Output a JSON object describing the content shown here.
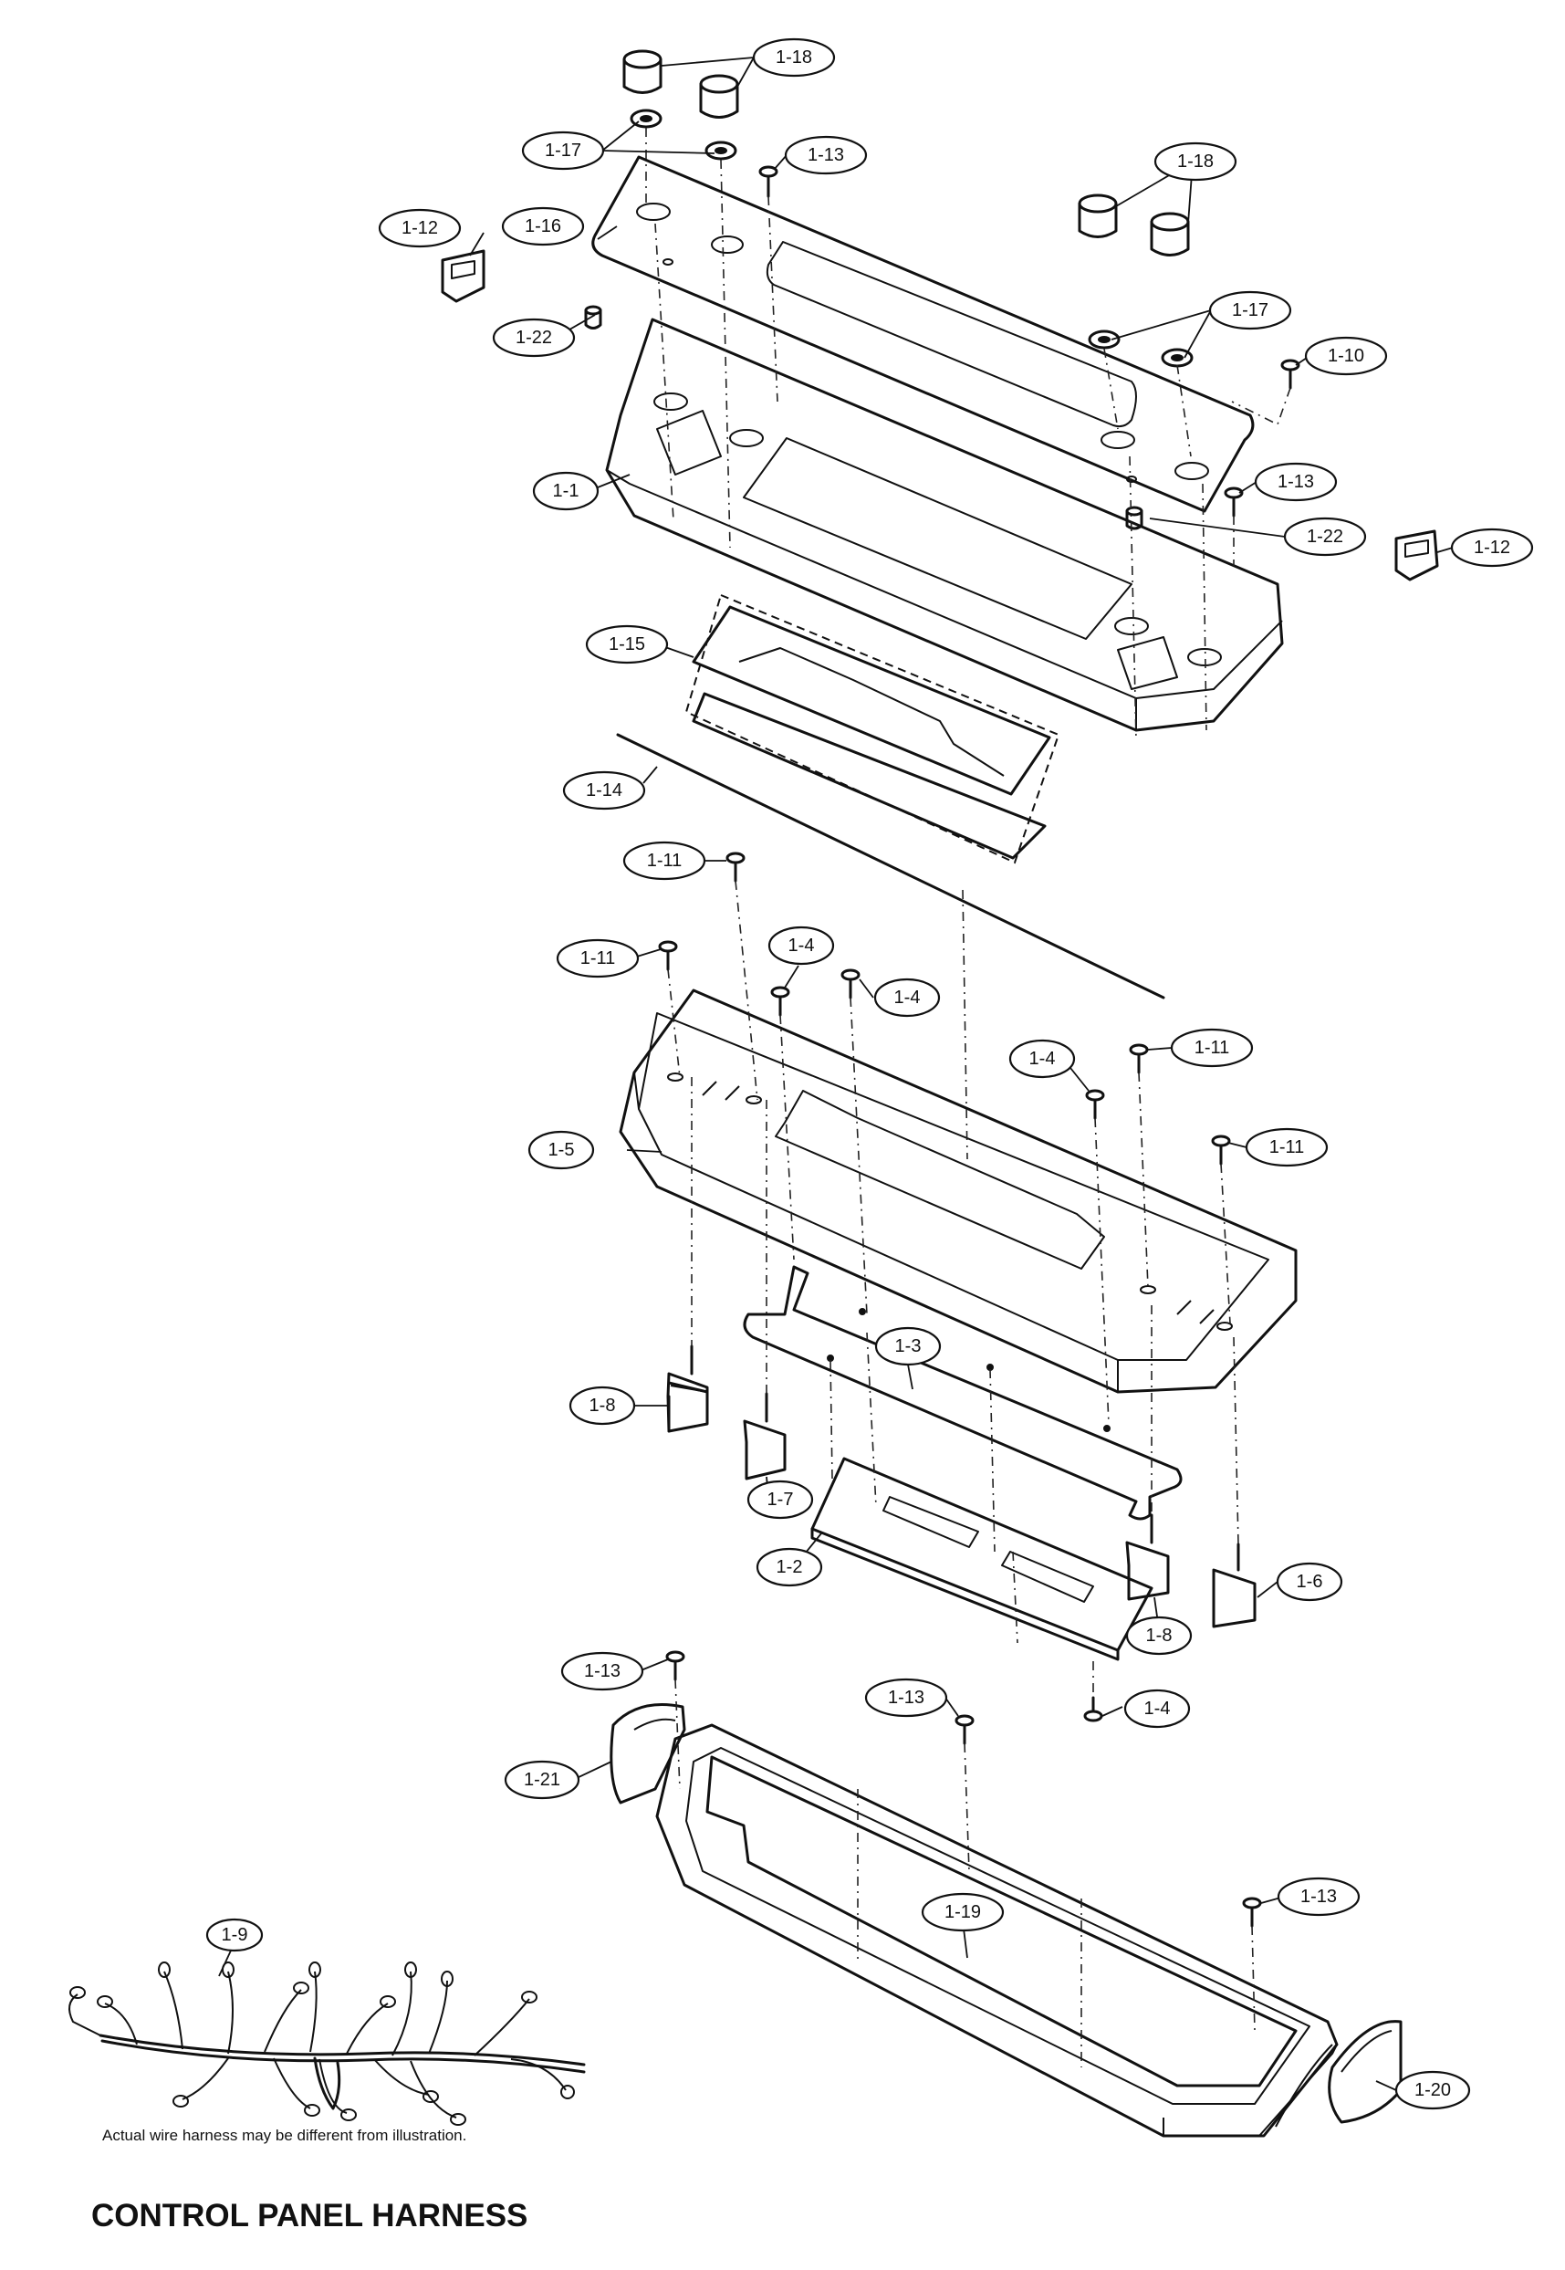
{
  "title": "CONTROL PANEL HARNESS",
  "harness_note": "Actual wire harness may be different from illustration.",
  "callouts": {
    "c1_18a": "1-18",
    "c1_17a": "1-17",
    "c1_13a": "1-13",
    "c1_16": "1-16",
    "c1_12a": "1-12",
    "c1_22a": "1-22",
    "c1_18b": "1-18",
    "c1_17b": "1-17",
    "c1_10": "1-10",
    "c1_1": "1-1",
    "c1_13b": "1-13",
    "c1_22b": "1-22",
    "c1_12b": "1-12",
    "c1_15": "1-15",
    "c1_14": "1-14",
    "c1_11a": "1-11",
    "c1_11b": "1-11",
    "c1_4a": "1-4",
    "c1_4b": "1-4",
    "c1_4c": "1-4",
    "c1_11c": "1-11",
    "c1_11d": "1-11",
    "c1_5": "1-5",
    "c1_3": "1-3",
    "c1_8a": "1-8",
    "c1_7": "1-7",
    "c1_2": "1-2",
    "c1_8b": "1-8",
    "c1_6": "1-6",
    "c1_13c": "1-13",
    "c1_13d": "1-13",
    "c1_4d": "1-4",
    "c1_21": "1-21",
    "c1_19": "1-19",
    "c1_13e": "1-13",
    "c1_9": "1-9",
    "c1_20": "1-20"
  }
}
